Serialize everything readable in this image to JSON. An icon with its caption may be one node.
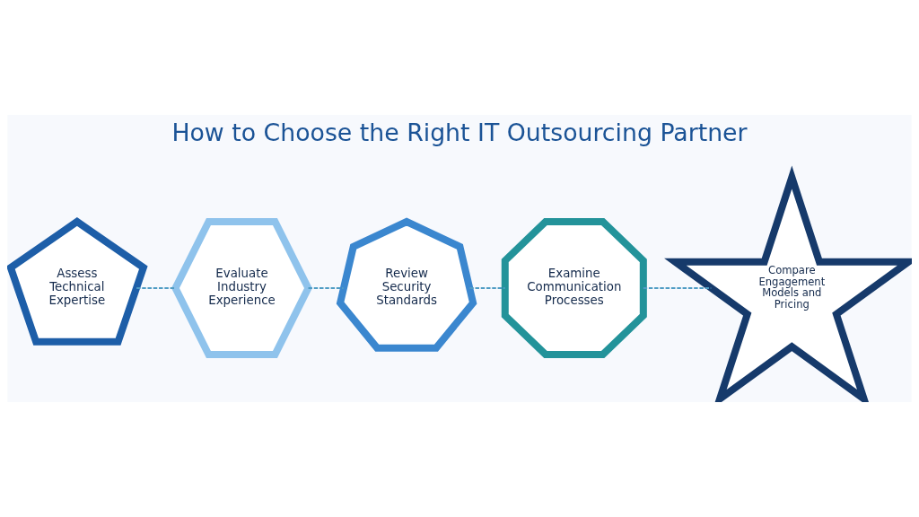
{
  "diagram": {
    "title": "How to Choose the Right IT Outsourcing Partner",
    "nodes": [
      {
        "text": [
          "Assess Technical Expertise"
        ]
      },
      {
        "text": [
          "Evaluate Industry Experience"
        ]
      },
      {
        "text": [
          "Review Security Standards"
        ]
      },
      {
        "text": [
          "Examine Communication Processes"
        ]
      },
      {
        "text": [
          "Compare Engagement Models and Pricing"
        ]
      }
    ],
    "edges": [
      {
        "from": 0,
        "to": 1,
        "arrow": "none",
        "style": "dashed"
      },
      {
        "from": 1,
        "to": 2,
        "arrow": "none",
        "style": "dashed"
      },
      {
        "from": 2,
        "to": 3,
        "arrow": "none",
        "style": "dashed"
      },
      {
        "from": 3,
        "to": 4,
        "arrow": "none",
        "style": "dashed"
      }
    ]
  }
}
